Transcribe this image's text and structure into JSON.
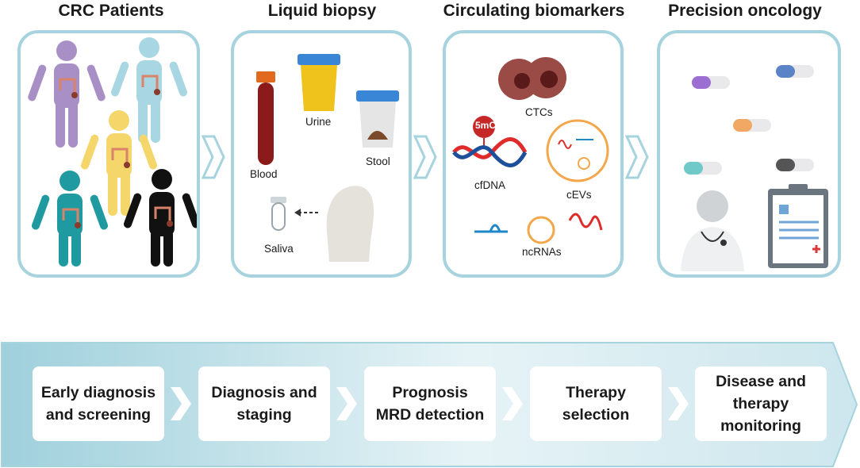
{
  "stages": [
    {
      "title": "CRC Patients"
    },
    {
      "title": "Liquid biopsy",
      "labels": {
        "blood": "Blood",
        "urine": "Urine",
        "stool": "Stool",
        "saliva": "Saliva"
      }
    },
    {
      "title": "Circulating biomarkers",
      "labels": {
        "ctcs": "CTCs",
        "mark": "5mC",
        "cfdna": "cfDNA",
        "cevs": "cEVs",
        "ncrnas": "ncRNAs"
      }
    },
    {
      "title": "Precision oncology"
    }
  ],
  "applications": [
    {
      "line1": "Early diagnosis",
      "line2": "and screening"
    },
    {
      "line1": "Diagnosis and",
      "line2": "staging"
    },
    {
      "line1": "Prognosis",
      "line2": "MRD detection"
    },
    {
      "line1": "Therapy",
      "line2": "selection"
    },
    {
      "line1": "Disease and",
      "line2": "therapy",
      "line3": "monitoring"
    }
  ],
  "colors": {
    "panel_border": "#a6d3de",
    "band_light": "#e6f3f6",
    "band_dark": "#9fd0dc",
    "patient_purple": "#a88fc6",
    "patient_blue": "#a9d6e3",
    "patient_yellow": "#f5d66b",
    "patient_teal": "#1f9aa0",
    "patient_black": "#111111",
    "blood": "#8b1a1a",
    "urine": "#f0c21c",
    "stool": "#7a4a2a",
    "dna_red": "#e02b2b",
    "dna_blue": "#1e4f9b",
    "cev_ring": "#f4a64a"
  }
}
